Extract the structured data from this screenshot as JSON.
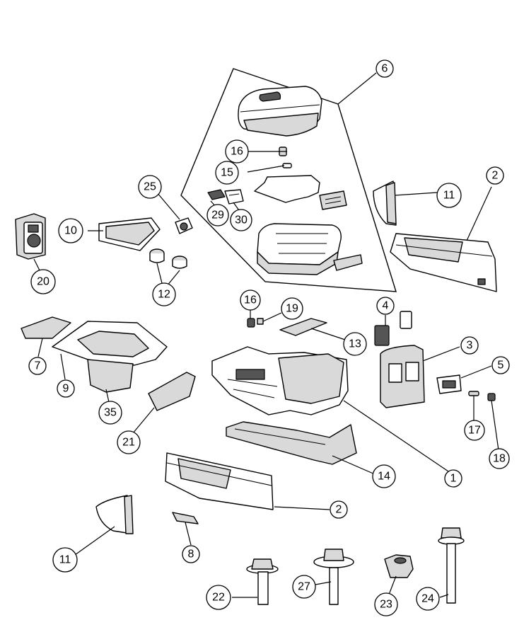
{
  "callouts": {
    "c1": "1",
    "c2a": "2",
    "c2b": "2",
    "c3": "3",
    "c4": "4",
    "c5": "5",
    "c6": "6",
    "c7": "7",
    "c8": "8",
    "c9": "9",
    "c10": "10",
    "c11a": "11",
    "c11b": "11",
    "c12": "12",
    "c13": "13",
    "c14": "14",
    "c15": "15",
    "c16a": "16",
    "c16b": "16",
    "c17": "17",
    "c18": "18",
    "c19": "19",
    "c20": "20",
    "c21": "21",
    "c22": "22",
    "c23": "23",
    "c24": "24",
    "c25": "25",
    "c27": "27",
    "c29": "29",
    "c30": "30",
    "c35": "35"
  }
}
